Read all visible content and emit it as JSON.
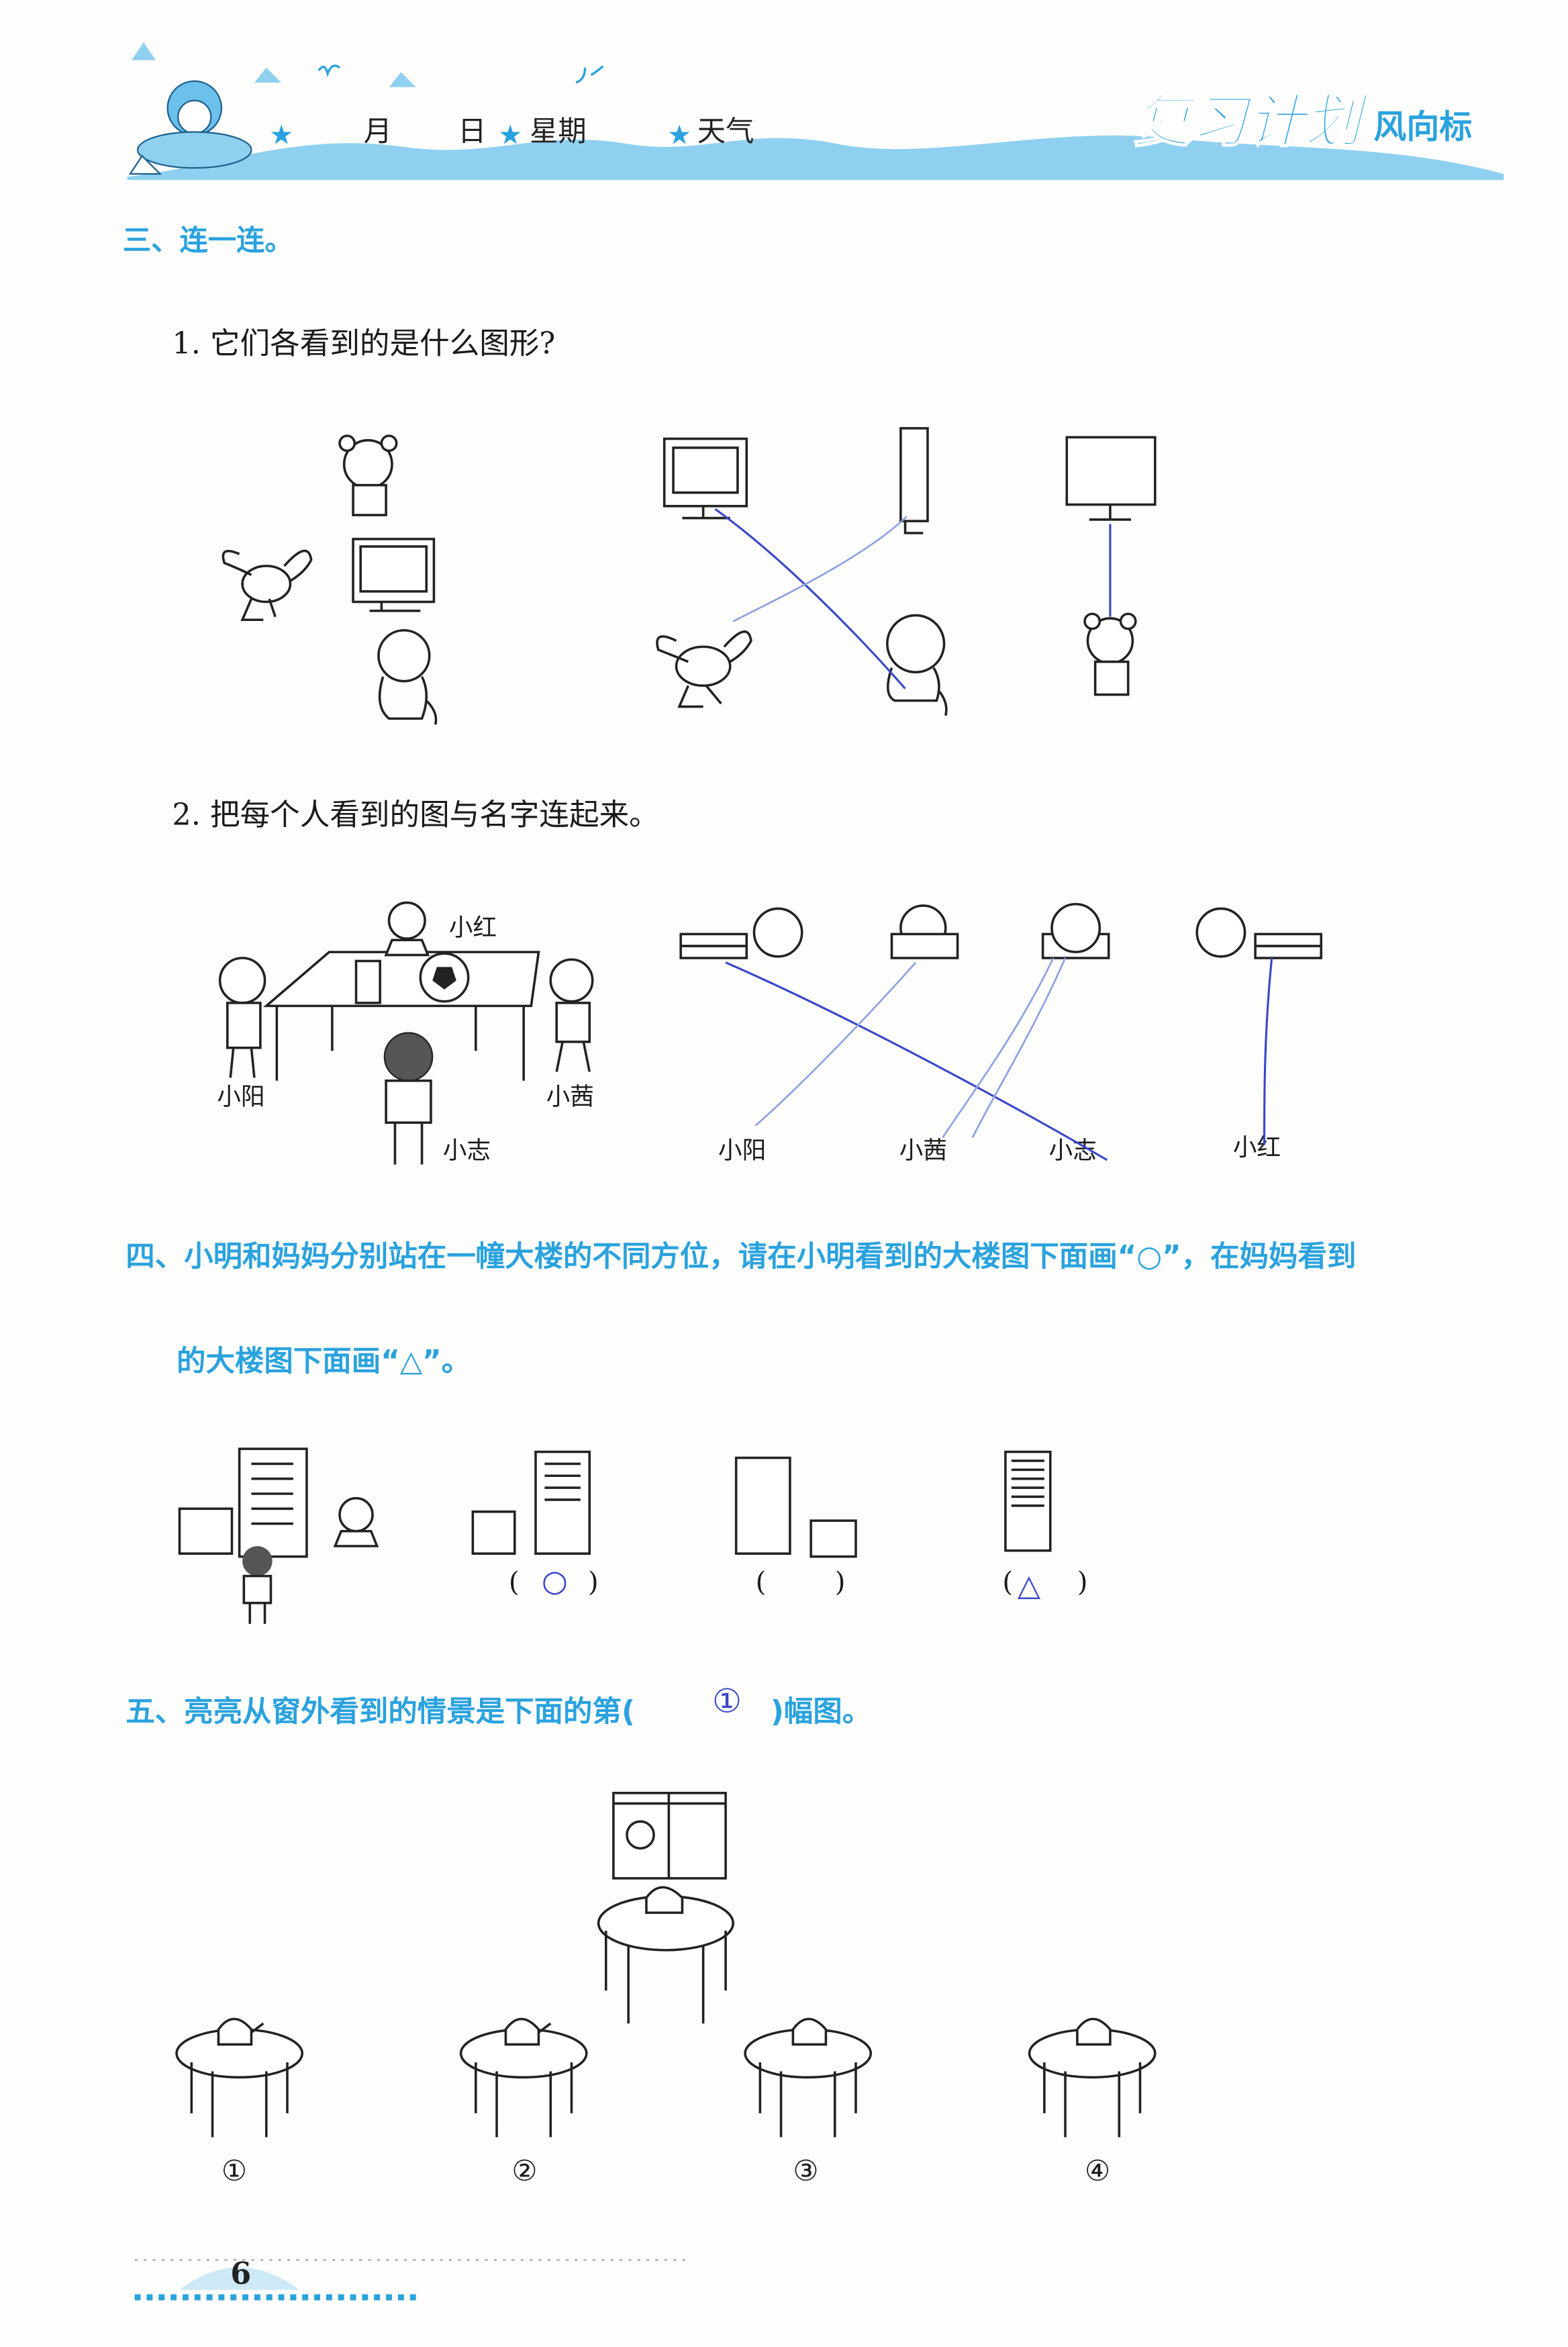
{
  "header": {
    "month_label": "月",
    "day_label": "日",
    "weekday_label": "星期",
    "weather_label": "天气",
    "brand_title": "复习计划",
    "brand_sub": "风向标"
  },
  "section3": {
    "title": "三、连一连。",
    "q1": "1. 它们各看到的是什么图形?",
    "q2": "2. 把每个人看到的图与名字连起来。",
    "scene_names": {
      "top": "小红",
      "left": "小阳",
      "right": "小茜",
      "bottom": "小志"
    },
    "answer_names": [
      "小阳",
      "小茜",
      "小志",
      "小红"
    ]
  },
  "section4": {
    "title_line1": "四、小明和妈妈分别站在一幢大楼的不同方位，请在小明看到的大楼图下面画“○”，在妈妈看到",
    "title_line2": "的大楼图下面画“△”。",
    "answers": [
      {
        "open": "(",
        "mark": "○",
        "close": ")"
      },
      {
        "open": "(",
        "mark": "",
        "close": ")"
      },
      {
        "open": "(",
        "mark": "△",
        "close": ")"
      }
    ]
  },
  "section5": {
    "title_before": "五、亮亮从窗外看到的情景是下面的第(",
    "answer": "①",
    "title_after": ")幅图。",
    "options": [
      "①",
      "②",
      "③",
      "④"
    ]
  },
  "footer": {
    "page_number": "6"
  },
  "colors": {
    "accent": "#2aa2de",
    "pen": "#3a46c8"
  }
}
